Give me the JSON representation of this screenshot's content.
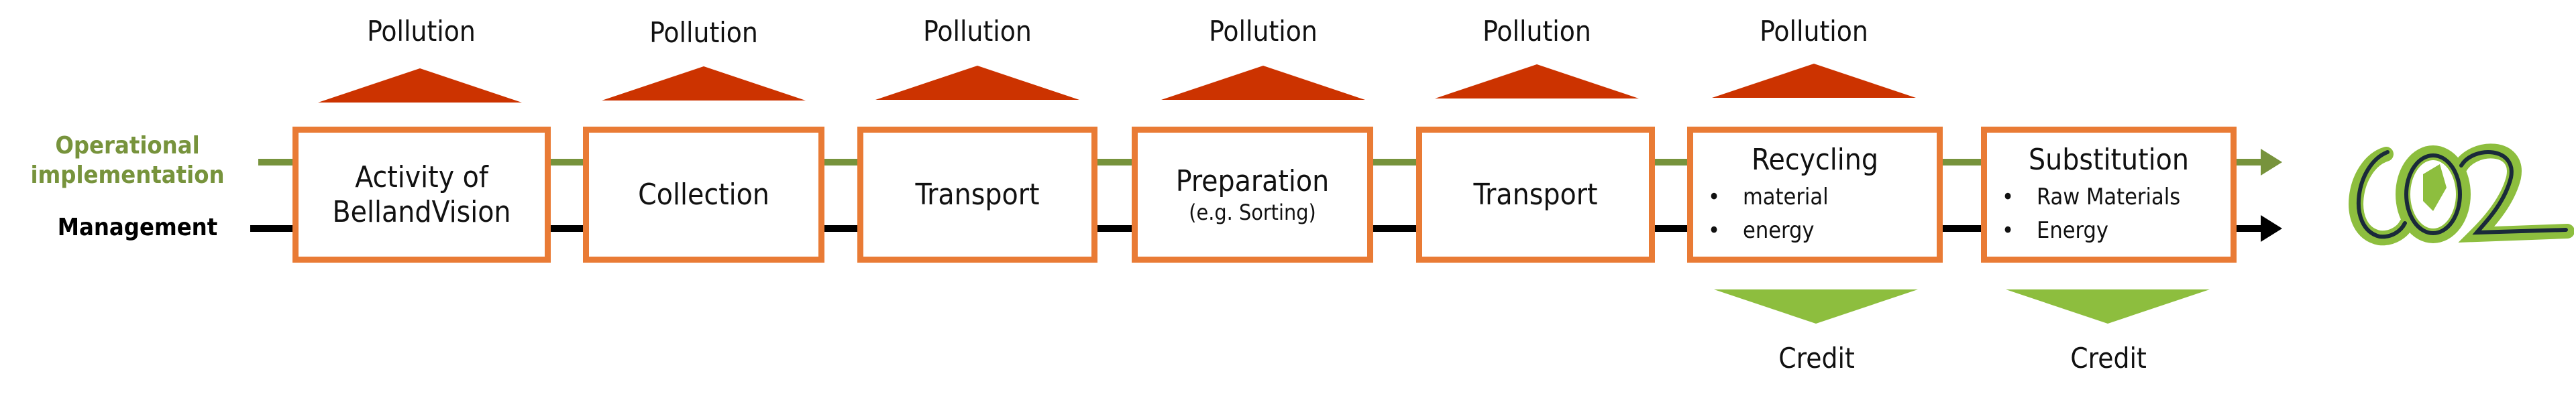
{
  "labels": {
    "operational": "Operational implementation",
    "management": "Management"
  },
  "pollution_label": "Pollution",
  "credit_label": "Credit",
  "steps": [
    {
      "title": "Activity of BellandVision"
    },
    {
      "title": "Collection"
    },
    {
      "title": "Transport"
    },
    {
      "title": "Preparation",
      "sub": "(e.g. Sorting)"
    },
    {
      "title": "Transport"
    },
    {
      "title": "Recycling",
      "bullets": [
        "material",
        "energy"
      ]
    },
    {
      "title": "Substitution",
      "bullets": [
        "Raw Materials",
        "Energy"
      ]
    }
  ],
  "pollution_items": [
    "Pollution",
    "Pollution",
    "Pollution",
    "Pollution",
    "Pollution",
    "Pollution"
  ],
  "credit_items": [
    "Credit",
    "Credit"
  ],
  "logo_text": "CO2",
  "colors": {
    "box_border": "#E97B35",
    "pollution": "#CC3300",
    "credit": "#8DBE3E",
    "operational_line": "#77933C",
    "management_line": "#000000"
  }
}
